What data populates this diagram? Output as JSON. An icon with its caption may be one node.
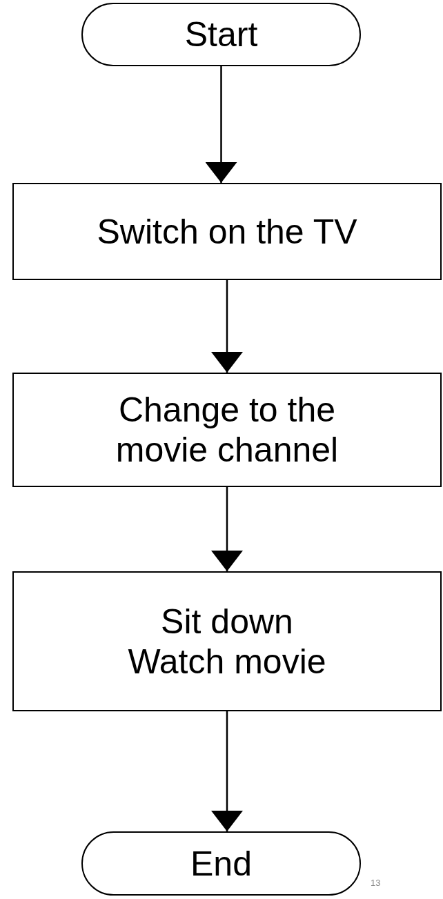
{
  "diagram": {
    "nodes": [
      {
        "text": [
          "Start"
        ]
      },
      {
        "text": [
          "Switch on the TV"
        ]
      },
      {
        "text": [
          "Change to the movie channel"
        ]
      },
      {
        "text": [
          "Sit down Watch movie"
        ]
      },
      {
        "text": [
          "End"
        ]
      }
    ],
    "edges": [
      {
        "from": 0,
        "to": 1,
        "arrow": "to"
      },
      {
        "from": 1,
        "to": 2,
        "arrow": "to"
      },
      {
        "from": 2,
        "to": 3,
        "arrow": "to"
      },
      {
        "from": 3,
        "to": 4,
        "arrow": "to"
      }
    ],
    "labels": [
      "13"
    ]
  }
}
